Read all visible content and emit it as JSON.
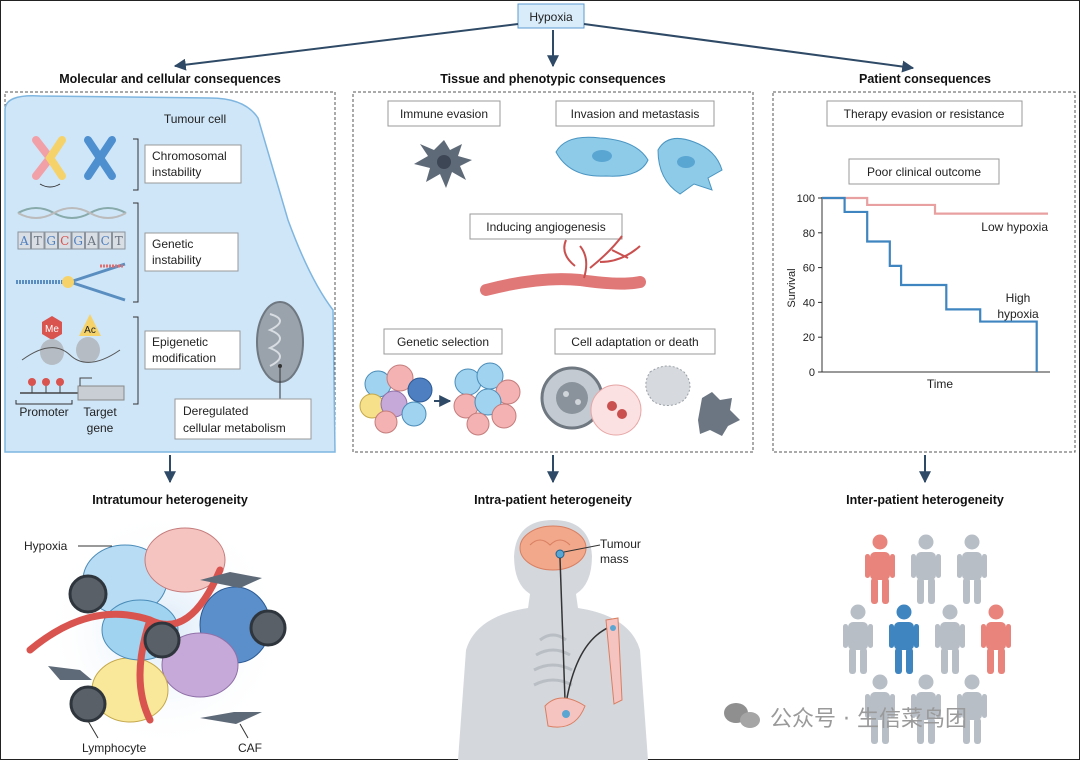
{
  "root": {
    "label": "Hypoxia"
  },
  "headers": {
    "molecular": "Molecular and cellular consequences",
    "tissue": "Tissue and phenotypic consequences",
    "patient": "Patient consequences"
  },
  "molecular": {
    "tumour_cell": "Tumour cell",
    "chromosomal": [
      "Chromosomal",
      "instability"
    ],
    "genetic": [
      "Genetic",
      "instability"
    ],
    "epigenetic": [
      "Epigenetic",
      "modification"
    ],
    "metabolism": [
      "Deregulated",
      "cellular metabolism"
    ],
    "me_tag": "Me",
    "ac_tag": "Ac",
    "dna_letters": [
      "A",
      "T",
      "G",
      "C",
      "G",
      "A",
      "C",
      "T"
    ],
    "promoter": "Promoter",
    "target": [
      "Target",
      "gene"
    ]
  },
  "tissue": {
    "immune_evasion": "Immune evasion",
    "invasion": "Invasion and metastasis",
    "angiogenesis": "Inducing angiogenesis",
    "selection": "Genetic selection",
    "adaptation": "Cell adaptation or death"
  },
  "patient": {
    "therapy": "Therapy evasion or resistance",
    "outcome": "Poor clinical outcome"
  },
  "chart_data": {
    "type": "line",
    "xlabel": "Time",
    "ylabel": "Survival",
    "ylim": [
      0,
      100
    ],
    "yticks": [
      0,
      20,
      40,
      60,
      80,
      100
    ],
    "series": [
      {
        "name": "Low hypoxia",
        "color": "#e8a0a0",
        "steps": [
          [
            0,
            100
          ],
          [
            2,
            100
          ],
          [
            2,
            96
          ],
          [
            5,
            96
          ],
          [
            5,
            91
          ],
          [
            10,
            91
          ]
        ]
      },
      {
        "name": "High hypoxia",
        "color": "#3f85c0",
        "steps": [
          [
            0,
            100
          ],
          [
            1,
            100
          ],
          [
            1,
            92
          ],
          [
            2,
            92
          ],
          [
            2,
            75
          ],
          [
            3,
            75
          ],
          [
            3,
            61
          ],
          [
            3.5,
            61
          ],
          [
            3.5,
            50
          ],
          [
            5.5,
            50
          ],
          [
            5.5,
            36
          ],
          [
            7,
            36
          ],
          [
            7,
            29
          ],
          [
            9.5,
            29
          ],
          [
            9.5,
            0
          ]
        ]
      }
    ],
    "series_label_lines": {
      "high": [
        "High",
        "hypoxia"
      ]
    }
  },
  "bottom": {
    "intratumour": "Intratumour heterogeneity",
    "intrapatient": "Intra-patient heterogeneity",
    "interpatient": "Inter-patient heterogeneity",
    "hypoxia_label": "Hypoxia",
    "lymphocyte": "Lymphocyte",
    "caf": "CAF",
    "tumour_mass": [
      "Tumour",
      "mass"
    ]
  },
  "watermark": {
    "text": "公众号 · 生信菜鸟团",
    "icon": "wechat-icon"
  }
}
